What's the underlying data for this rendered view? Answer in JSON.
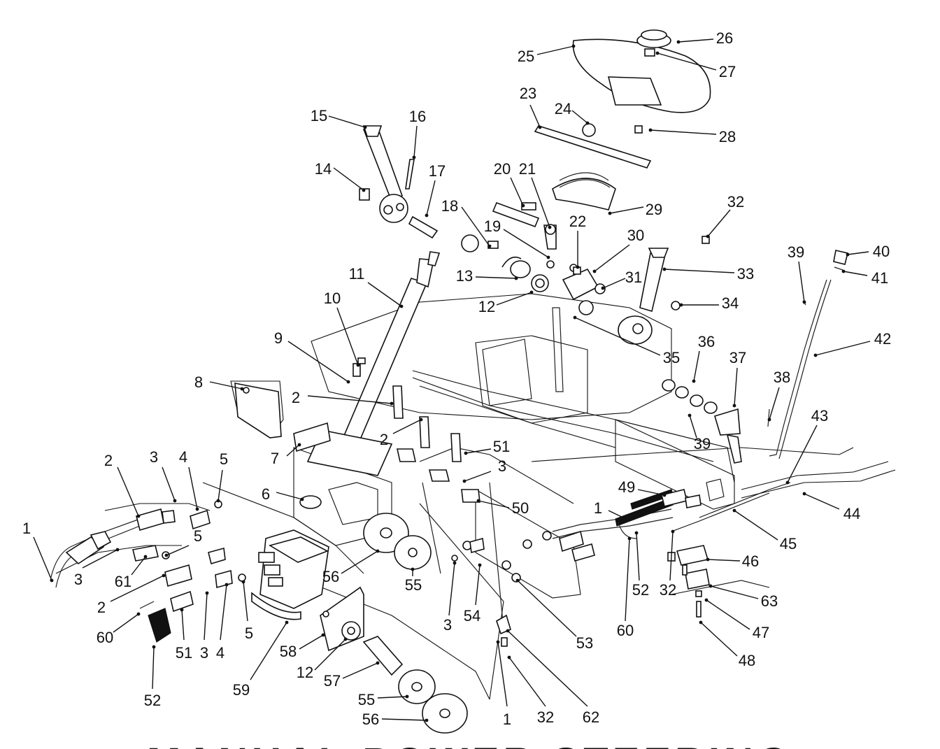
{
  "diagram": {
    "footer_title": "MANUAL POWER STEERING",
    "callouts": [
      {
        "id": "c1a",
        "label": "1"
      },
      {
        "id": "c1b",
        "label": "1"
      },
      {
        "id": "c1c",
        "label": "1"
      },
      {
        "id": "c2a",
        "label": "2"
      },
      {
        "id": "c2b",
        "label": "2"
      },
      {
        "id": "c2c",
        "label": "2"
      },
      {
        "id": "c2d",
        "label": "2"
      },
      {
        "id": "c3a",
        "label": "3"
      },
      {
        "id": "c3b",
        "label": "3"
      },
      {
        "id": "c3c",
        "label": "3"
      },
      {
        "id": "c3d",
        "label": "3"
      },
      {
        "id": "c3e",
        "label": "3"
      },
      {
        "id": "c4a",
        "label": "4"
      },
      {
        "id": "c4b",
        "label": "4"
      },
      {
        "id": "c5a",
        "label": "5"
      },
      {
        "id": "c5b",
        "label": "5"
      },
      {
        "id": "c5c",
        "label": "5"
      },
      {
        "id": "c6",
        "label": "6"
      },
      {
        "id": "c7",
        "label": "7"
      },
      {
        "id": "c8",
        "label": "8"
      },
      {
        "id": "c9",
        "label": "9"
      },
      {
        "id": "c10",
        "label": "10"
      },
      {
        "id": "c11",
        "label": "11"
      },
      {
        "id": "c12a",
        "label": "12"
      },
      {
        "id": "c12b",
        "label": "12"
      },
      {
        "id": "c13",
        "label": "13"
      },
      {
        "id": "c14",
        "label": "14"
      },
      {
        "id": "c15",
        "label": "15"
      },
      {
        "id": "c16",
        "label": "16"
      },
      {
        "id": "c17",
        "label": "17"
      },
      {
        "id": "c18",
        "label": "18"
      },
      {
        "id": "c19",
        "label": "19"
      },
      {
        "id": "c20",
        "label": "20"
      },
      {
        "id": "c21",
        "label": "21"
      },
      {
        "id": "c22",
        "label": "22"
      },
      {
        "id": "c23",
        "label": "23"
      },
      {
        "id": "c24",
        "label": "24"
      },
      {
        "id": "c25",
        "label": "25"
      },
      {
        "id": "c26",
        "label": "26"
      },
      {
        "id": "c27",
        "label": "27"
      },
      {
        "id": "c28",
        "label": "28"
      },
      {
        "id": "c29",
        "label": "29"
      },
      {
        "id": "c30",
        "label": "30"
      },
      {
        "id": "c31",
        "label": "31"
      },
      {
        "id": "c32a",
        "label": "32"
      },
      {
        "id": "c32b",
        "label": "32"
      },
      {
        "id": "c32c",
        "label": "32"
      },
      {
        "id": "c33",
        "label": "33"
      },
      {
        "id": "c34",
        "label": "34"
      },
      {
        "id": "c35",
        "label": "35"
      },
      {
        "id": "c36",
        "label": "36"
      },
      {
        "id": "c37",
        "label": "37"
      },
      {
        "id": "c38",
        "label": "38"
      },
      {
        "id": "c39a",
        "label": "39"
      },
      {
        "id": "c39b",
        "label": "39"
      },
      {
        "id": "c40",
        "label": "40"
      },
      {
        "id": "c41",
        "label": "41"
      },
      {
        "id": "c42",
        "label": "42"
      },
      {
        "id": "c43",
        "label": "43"
      },
      {
        "id": "c44",
        "label": "44"
      },
      {
        "id": "c45",
        "label": "45"
      },
      {
        "id": "c46",
        "label": "46"
      },
      {
        "id": "c47",
        "label": "47"
      },
      {
        "id": "c48",
        "label": "48"
      },
      {
        "id": "c49",
        "label": "49"
      },
      {
        "id": "c50",
        "label": "50"
      },
      {
        "id": "c51a",
        "label": "51"
      },
      {
        "id": "c51b",
        "label": "51"
      },
      {
        "id": "c52a",
        "label": "52"
      },
      {
        "id": "c52b",
        "label": "52"
      },
      {
        "id": "c53",
        "label": "53"
      },
      {
        "id": "c54",
        "label": "54"
      },
      {
        "id": "c55a",
        "label": "55"
      },
      {
        "id": "c55b",
        "label": "55"
      },
      {
        "id": "c56a",
        "label": "56"
      },
      {
        "id": "c56b",
        "label": "56"
      },
      {
        "id": "c57",
        "label": "57"
      },
      {
        "id": "c58",
        "label": "58"
      },
      {
        "id": "c59",
        "label": "59"
      },
      {
        "id": "c60a",
        "label": "60"
      },
      {
        "id": "c60b",
        "label": "60"
      },
      {
        "id": "c61",
        "label": "61"
      },
      {
        "id": "c62",
        "label": "62"
      },
      {
        "id": "c63",
        "label": "63"
      }
    ]
  }
}
